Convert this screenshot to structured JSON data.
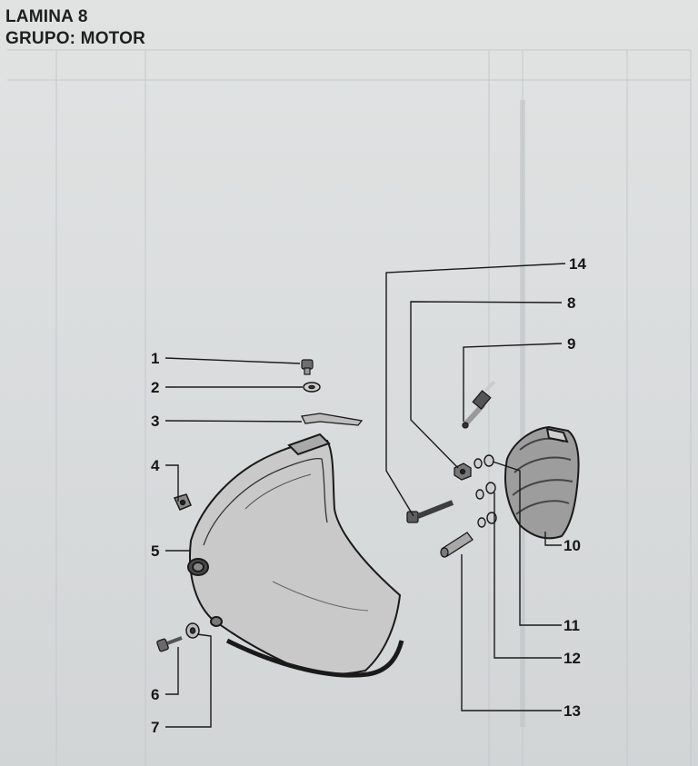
{
  "sheet": {
    "lamina": "LAMINA 8",
    "grupo": "GRUPO: MOTOR"
  },
  "diagram": {
    "callouts": [
      {
        "id": "1",
        "label": "1"
      },
      {
        "id": "2",
        "label": "2"
      },
      {
        "id": "3",
        "label": "3"
      },
      {
        "id": "4",
        "label": "4"
      },
      {
        "id": "5",
        "label": "5"
      },
      {
        "id": "6",
        "label": "6"
      },
      {
        "id": "7",
        "label": "7"
      },
      {
        "id": "8",
        "label": "8"
      },
      {
        "id": "9",
        "label": "9"
      },
      {
        "id": "10",
        "label": "10"
      },
      {
        "id": "11",
        "label": "11"
      },
      {
        "id": "12",
        "label": "12"
      },
      {
        "id": "13",
        "label": "13"
      },
      {
        "id": "14",
        "label": "14"
      }
    ]
  },
  "colors": {
    "paper": "#dcdfe0",
    "ink": "#161616",
    "ghost": "#b7bcbf"
  }
}
